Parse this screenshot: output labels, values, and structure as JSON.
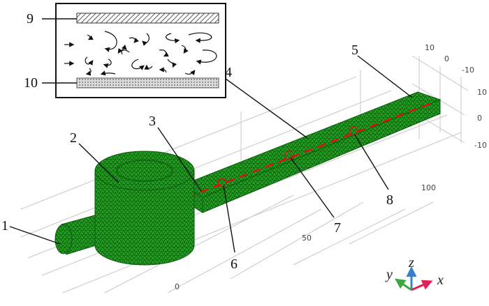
{
  "labels": {
    "l1": "1",
    "l2": "2",
    "l3": "3",
    "l4": "4",
    "l5": "5",
    "l6": "6",
    "l7": "7",
    "l8": "8",
    "l9": "9",
    "l10": "10"
  },
  "ticks": {
    "x0": "0",
    "x50": "50",
    "x100": "100",
    "y10": "10",
    "y0": "0",
    "ym10": "-10",
    "z10": "10",
    "z0": "0",
    "zm10": "-10"
  },
  "axes": {
    "x": "x",
    "y": "y",
    "z": "z"
  },
  "colors": {
    "mesh": "#1a9e1a",
    "mesh_dark": "#0a5a0a",
    "centerline": "#e01010",
    "x_axis": "#e0205a",
    "y_axis": "#3aa83a",
    "z_axis": "#3a80c8"
  }
}
